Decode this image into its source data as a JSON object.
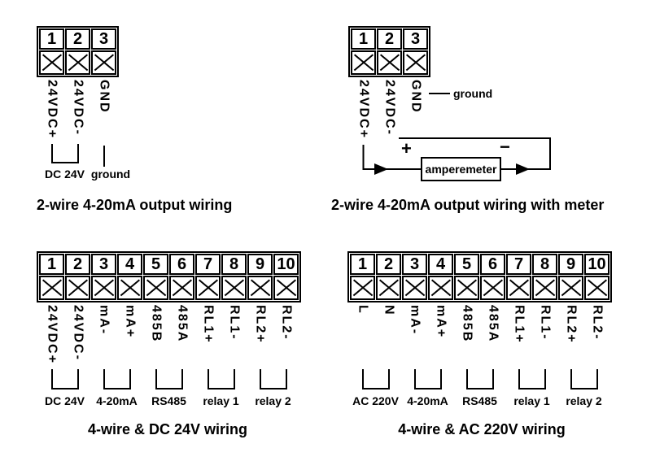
{
  "page": {
    "background": "#ffffff",
    "ink": "#000000"
  },
  "diagrams": {
    "two_wire": {
      "caption": "2-wire 4-20mA output wiring",
      "terminals": [
        "1",
        "2",
        "3"
      ],
      "pins": [
        "24VDC+",
        "24VDC-",
        "GND"
      ],
      "labels": {
        "supply": "DC 24V",
        "ground": "ground"
      }
    },
    "two_wire_meter": {
      "caption": "2-wire 4-20mA output wiring with meter",
      "terminals": [
        "1",
        "2",
        "3"
      ],
      "pins": [
        "24VDC+",
        "24VDC-",
        "GND"
      ],
      "labels": {
        "ground": "ground",
        "meter": "amperemeter",
        "plus": "+",
        "minus": "−"
      }
    },
    "four_wire_dc": {
      "caption": "4-wire & DC 24V wiring",
      "terminals": [
        "1",
        "2",
        "3",
        "4",
        "5",
        "6",
        "7",
        "8",
        "9",
        "10"
      ],
      "pins": [
        "24VDC+",
        "24VDC-",
        "mA-",
        "mA+",
        "485B",
        "485A",
        "RL1+",
        "RL1-",
        "RL2+",
        "RL2-"
      ],
      "groups": [
        "DC 24V",
        "4-20mA",
        "RS485",
        "relay 1",
        "relay 2"
      ]
    },
    "four_wire_ac": {
      "caption": "4-wire & AC 220V wiring",
      "terminals": [
        "1",
        "2",
        "3",
        "4",
        "5",
        "6",
        "7",
        "8",
        "9",
        "10"
      ],
      "pins": [
        "L",
        "N",
        "mA-",
        "mA+",
        "485B",
        "485A",
        "RL1+",
        "RL1-",
        "RL2+",
        "RL2-"
      ],
      "groups": [
        "AC 220V",
        "4-20mA",
        "RS485",
        "relay 1",
        "relay 2"
      ]
    }
  }
}
